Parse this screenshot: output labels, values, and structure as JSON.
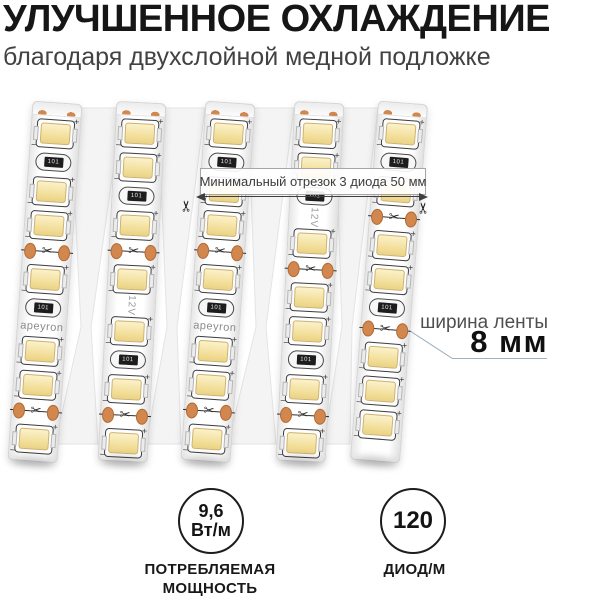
{
  "header": {
    "title": "УЛУЧШЕННОЕ ОХЛАЖДЕНИЕ",
    "subtitle": "благодаря двухслойной медной подложке"
  },
  "annotations": {
    "min_segment_label": "Минимальный отрезок 3 диода 50 мм",
    "width_label": "ширина ленты",
    "width_value": "8 мм",
    "scissors_icon": "✂"
  },
  "strip": {
    "brand": "apeyron",
    "voltage": "12V",
    "resistor_code": "101",
    "plus_mark": "+",
    "minus_mark": "–",
    "bands": [
      {
        "pattern": [
          "cap",
          "led",
          "res",
          "led",
          "led",
          "cut",
          "led",
          "res",
          "brand",
          "led",
          "led",
          "cut",
          "led"
        ]
      },
      {
        "pattern": [
          "cap",
          "led",
          "led",
          "res",
          "led",
          "cut",
          "led",
          "volt",
          "led",
          "res",
          "led",
          "cut",
          "led"
        ]
      },
      {
        "pattern": [
          "cap",
          "led",
          "res",
          "led",
          "led",
          "cut",
          "led",
          "res",
          "brand",
          "led",
          "led",
          "cut",
          "led"
        ]
      },
      {
        "pattern": [
          "cap",
          "led",
          "led",
          "res",
          "volt",
          "led",
          "cut",
          "led",
          "led",
          "res",
          "led",
          "cut",
          "led"
        ]
      },
      {
        "pattern": [
          "cap",
          "led",
          "res",
          "led",
          "cut",
          "led",
          "led",
          "res",
          "cut",
          "led",
          "led",
          "led"
        ]
      }
    ]
  },
  "badges": {
    "power": {
      "value_line1": "9,6",
      "value_line2": "Вт/м",
      "label_line1": "ПОТРЕБЛЯЕМАЯ",
      "label_line2": "МОЩНОСТЬ"
    },
    "density": {
      "value": "120",
      "label": "ДИОД/М"
    }
  },
  "colors": {
    "copper_pad": "#d2874e",
    "led_warm": "#f2dd96",
    "leader_line": "#9fb0bf",
    "title_ink": "#161616"
  }
}
